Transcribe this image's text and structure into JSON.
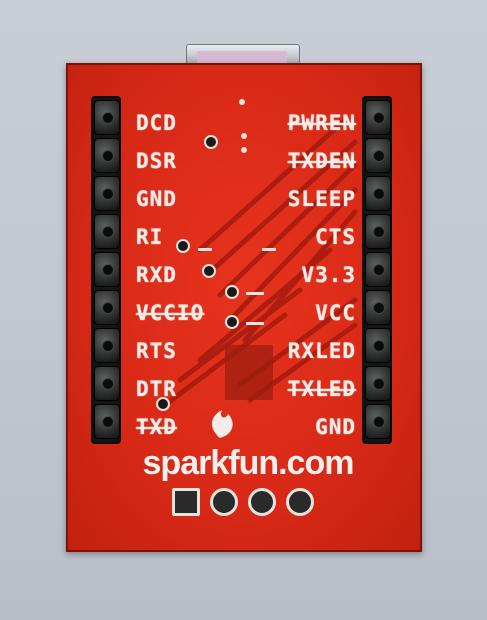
{
  "left_labels": [
    "DCD",
    "DSR",
    "GND",
    "RI",
    "RXD",
    "VCCIO",
    "RTS",
    "DTR",
    "TXD"
  ],
  "right_labels": [
    "PWREN",
    "TXDEN",
    "SLEEP",
    "CTS",
    "V3.3",
    "VCC",
    "RXLED",
    "TXLED",
    "GND"
  ],
  "brand": "sparkfun.com",
  "colors": {
    "board": "#d92a17",
    "silkscreen": "#f3ece8",
    "header": "#151515",
    "background": "#c2c7cf"
  },
  "icons": [
    "sparkfun-flame-icon"
  ]
}
